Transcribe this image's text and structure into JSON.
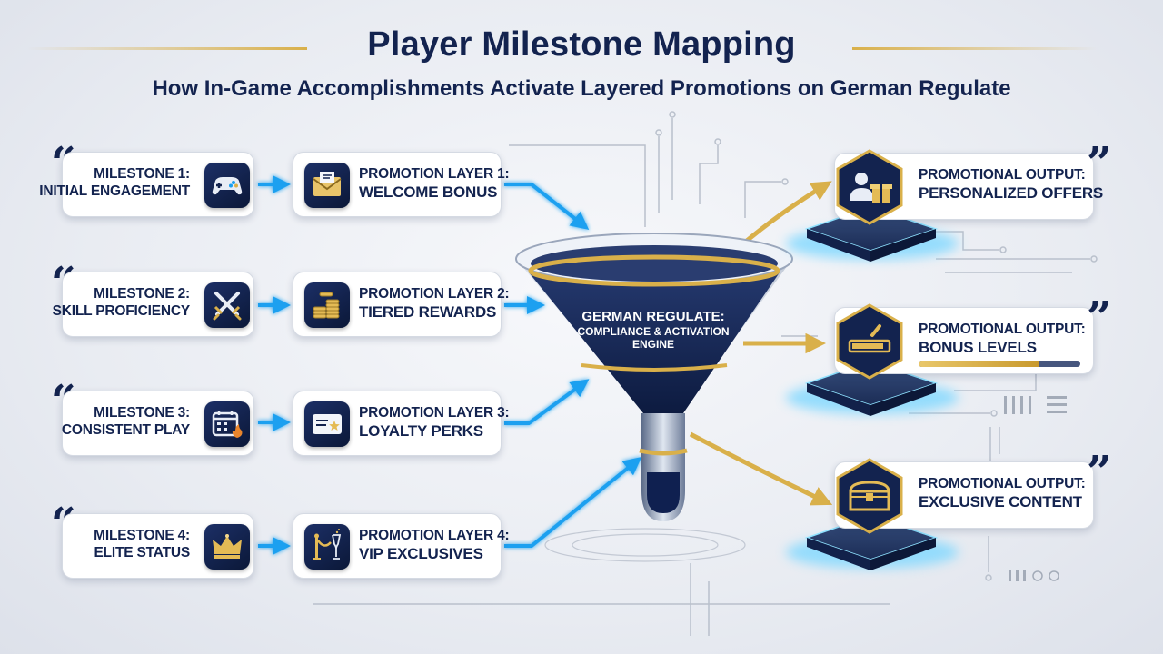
{
  "header": {
    "title": "Player Milestone Mapping",
    "subtitle": "How In-Game Accomplishments Activate Layered Promotions on German Regulate"
  },
  "milestones": [
    {
      "line1": "MILESTONE 1:",
      "line2": "INITIAL ENGAGEMENT",
      "icon": "gamepad-icon"
    },
    {
      "line1": "MILESTONE 2:",
      "line2": "SKILL PROFICIENCY",
      "icon": "crossed-swords-icon"
    },
    {
      "line1": "MILESTONE 3:",
      "line2": "CONSISTENT PLAY",
      "icon": "calendar-flame-icon"
    },
    {
      "line1": "MILESTONE 4:",
      "line2": "ELITE STATUS",
      "icon": "crown-icon"
    }
  ],
  "promotions": [
    {
      "line1": "PROMOTION LAYER 1:",
      "line2": "WELCOME BONUS",
      "icon": "envelope-icon"
    },
    {
      "line1": "PROMOTION LAYER 2:",
      "line2": "TIERED REWARDS",
      "icon": "coin-stacks-icon"
    },
    {
      "line1": "PROMOTION LAYER 3:",
      "line2": "LOYALTY PERKS",
      "icon": "star-card-icon"
    },
    {
      "line1": "PROMOTION LAYER 4:",
      "line2": "VIP EXCLUSIVES",
      "icon": "vip-rope-champagne-icon"
    }
  ],
  "funnel": {
    "line1": "GERMAN REGULATE:",
    "line2": "COMPLIANCE & ACTIVATION ENGINE"
  },
  "outputs": [
    {
      "line1": "PROMOTIONAL OUTPUT:",
      "line2": "PERSONALIZED OFFERS",
      "icon": "user-gift-icon"
    },
    {
      "line1": "PROMOTIONAL OUTPUT:",
      "line2": "BONUS LEVELS",
      "icon": "level-bar-icon",
      "level": 0.74
    },
    {
      "line1": "PROMOTIONAL OUTPUT:",
      "line2": "EXCLUSIVE CONTENT",
      "icon": "treasure-chest-icon"
    }
  ],
  "colors": {
    "navy": "#13234f",
    "blue_arrow": "#1aa0f0",
    "gold_arrow": "#d9b04a",
    "glow": "#7fd8ff"
  }
}
